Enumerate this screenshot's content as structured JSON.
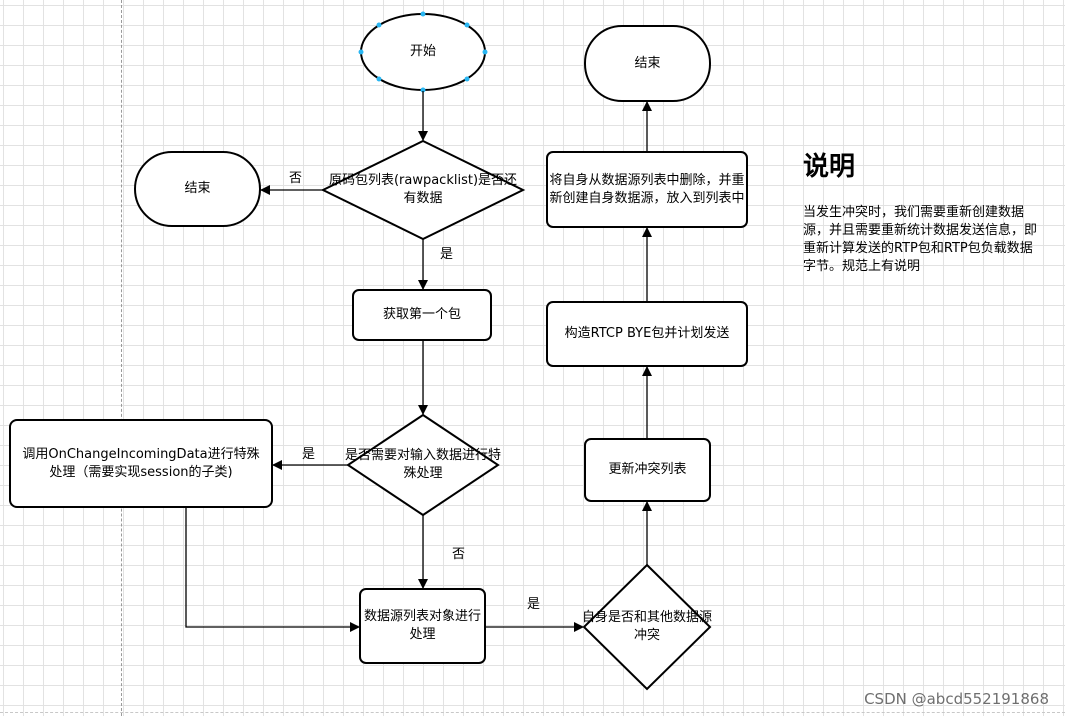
{
  "nodes": {
    "start": "开始",
    "end_left": "结束",
    "end_top": "结束",
    "decision_has_data": "原码包列表(rawpacklist)是否还有数据",
    "get_first_packet": "获取第一个包",
    "decision_special": "是否需要对输入数据进行特殊处理",
    "call_handler": "调用OnChangeIncomingData进行特殊处理（需要实现session的子类)",
    "process_source": "数据源列表对象进行处理",
    "decision_conflict": "自身是否和其他数据源冲突",
    "update_conflict_list": "更新冲突列表",
    "build_rtcp_bye": "构造RTCP BYE包并计划发送",
    "remove_and_recreate": "将自身从数据源列表中删除，并重新创建自身数据源，放入到列表中"
  },
  "edge_labels": {
    "no_1": "否",
    "yes_1": "是",
    "yes_2": "是",
    "no_2": "否",
    "yes_3": "是"
  },
  "explanation": {
    "title": "说明",
    "body": "当发生冲突时，我们需要重新创建数据源，并且需要重新统计数据发送信息，即重新计算发送的RTP包和RTP包负载数据字节。规范上有说明"
  },
  "watermark": "CSDN @abcd552191868"
}
